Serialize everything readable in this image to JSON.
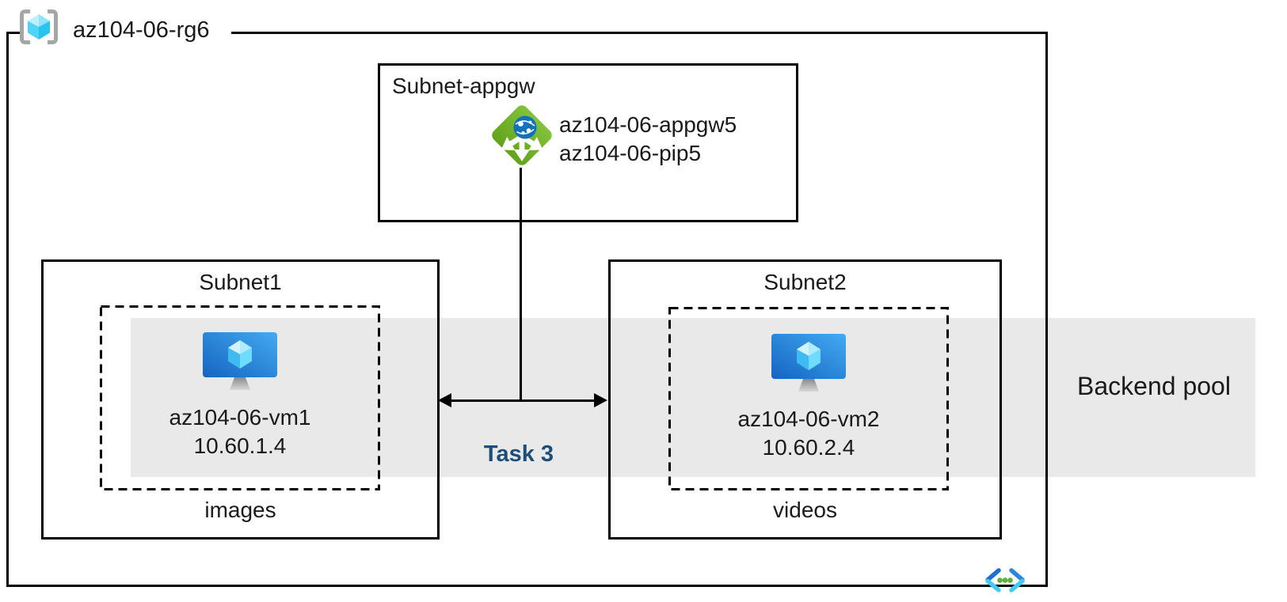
{
  "diagram": {
    "resource_group": {
      "name": "az104-06-rg6"
    },
    "appgw_subnet": {
      "title": "Subnet-appgw",
      "appgw_name": "az104-06-appgw5",
      "pip_name": "az104-06-pip5"
    },
    "subnet1": {
      "title": "Subnet1",
      "vm_name": "az104-06-vm1",
      "vm_ip": "10.60.1.4",
      "app_label": "images"
    },
    "subnet2": {
      "title": "Subnet2",
      "vm_name": "az104-06-vm2",
      "vm_ip": "10.60.2.4",
      "app_label": "videos"
    },
    "backend_pool_label": "Backend pool",
    "task_label": "Task 3",
    "colors": {
      "backend_pool_band": "#E9E9E9",
      "task_text": "#1C4E79",
      "appgw_green": "#76B82F",
      "appgw_globe_blue": "#1172BB",
      "vm_monitor_blue": "#2488D8",
      "cube_cyan": "#50E6FF",
      "rg_bracket_gray": "#A6A6A6",
      "vnet_dark_blue": "#1F6FD0",
      "vnet_light_cyan": "#45C9F5",
      "vnet_dot_green": "#5CB136",
      "line_black": "#000000"
    }
  }
}
